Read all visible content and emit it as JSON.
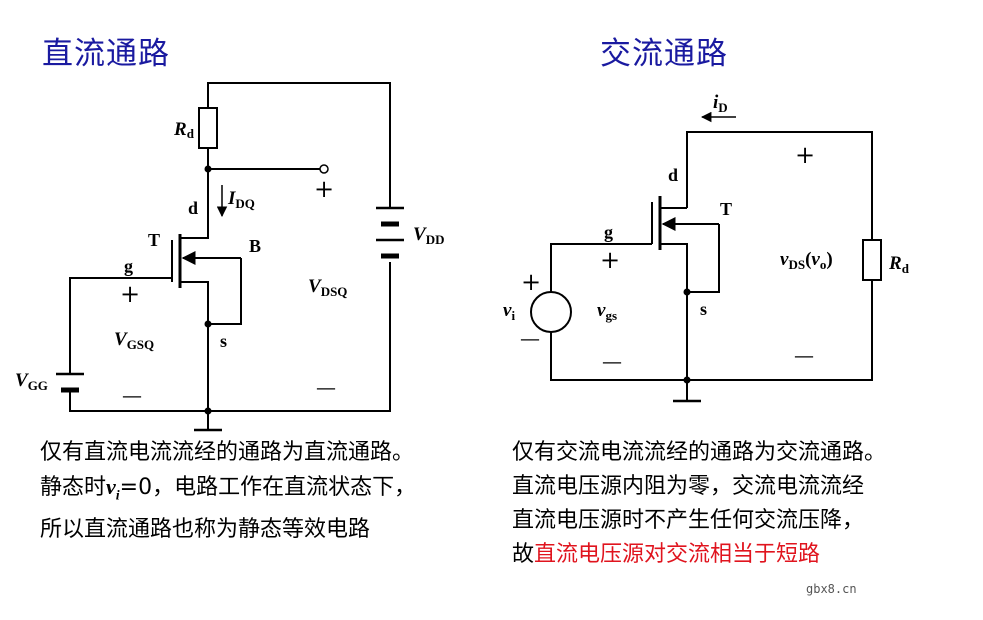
{
  "titles": {
    "dc": "直流通路",
    "ac": "交流通路"
  },
  "dc_circuit": {
    "rd": "R",
    "rd_sub": "d",
    "idq": "I",
    "idq_sub": "DQ",
    "d": "d",
    "t": "T",
    "b": "B",
    "g": "g",
    "s": "s",
    "vdd": "V",
    "vdd_sub": "DD",
    "vdsq": "V",
    "vdsq_sub": "DSQ",
    "vgsq": "V",
    "vgsq_sub": "GSQ",
    "vgg": "V",
    "vgg_sub": "GG",
    "plus": "+",
    "minus": "—"
  },
  "ac_circuit": {
    "id": "i",
    "id_sub": "D",
    "d": "d",
    "t": "T",
    "g": "g",
    "s": "s",
    "vi": "v",
    "vi_sub": "i",
    "vgs": "v",
    "vgs_sub": "gs",
    "vds": "v",
    "vds_sub": "DS",
    "vo_open": "(",
    "vo": "v",
    "vo_sub": "o",
    "vo_close": ")",
    "rd": "R",
    "rd_sub": "d",
    "plus": "+",
    "minus": "—"
  },
  "left_text": {
    "line1": "仅有直流电流流经的通路为直流通路。",
    "line2_a": "静态时",
    "line2_v": "v",
    "line2_sub": "i",
    "line2_b": "=0，电路工作在直流状态下，",
    "line3": "所以直流通路也称为静态等效电路"
  },
  "right_text": {
    "line1": "仅有交流电流流经的通路为交流通路。",
    "line2": "直流电压源内阻为零，交流电流流经",
    "line3": "直流电压源时不产生任何交流压降，",
    "line4_a": "故",
    "line4_red": "直流电压源对交流相当于短路"
  },
  "watermark": "gbx8.cn",
  "colors": {
    "title": "#1a1aa0",
    "highlight": "#e0141e"
  }
}
